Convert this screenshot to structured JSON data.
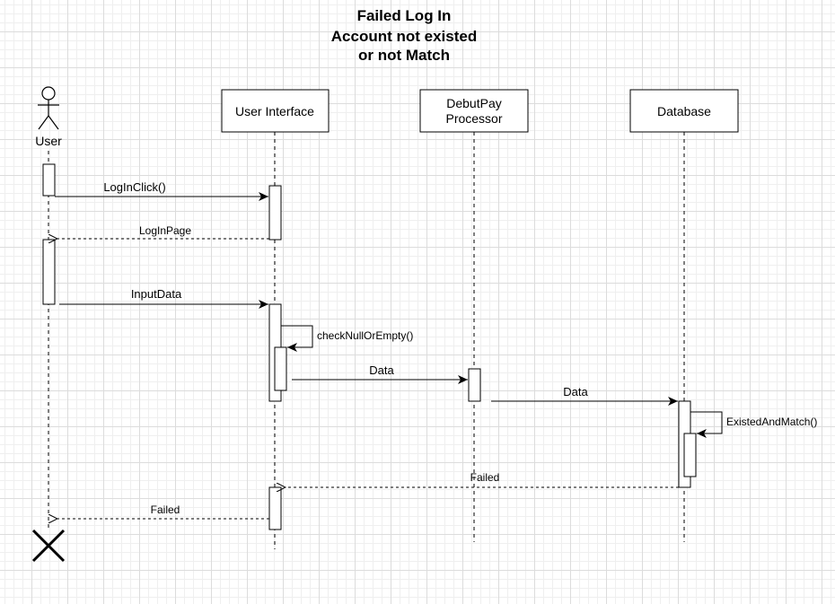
{
  "title": {
    "line1": "Failed Log In",
    "line2": "Account not existed",
    "line3": "or not Match"
  },
  "participants": {
    "user": "User",
    "ui": "User Interface",
    "processor_line1": "DebutPay",
    "processor_line2": "Processor",
    "database": "Database"
  },
  "messages": {
    "login_click": "LogInClick()",
    "login_page": "LogInPage",
    "input_data": "InputData",
    "check_null": "checkNullOrEmpty()",
    "data_to_processor": "Data",
    "data_to_database": "Data",
    "existed_match": "ExistedAndMatch()",
    "failed_db": "Failed",
    "failed_user": "Failed"
  }
}
